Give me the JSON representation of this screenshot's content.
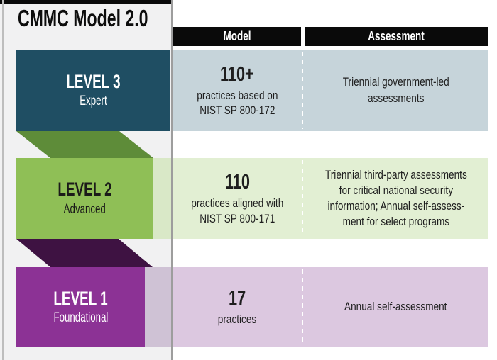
{
  "title": "CMMC Model 2.0",
  "table": {
    "model_header": "Model",
    "assessment_header": "Assessment"
  },
  "levels": [
    {
      "name": "LEVEL 3",
      "tier": "Expert",
      "model_value": "110+",
      "model_desc": "practices based on\nNIST SP 800-172",
      "assessment": "Triennial government-led\nassessments"
    },
    {
      "name": "LEVEL 2",
      "tier": "Advanced",
      "model_value": "110",
      "model_desc": "practices aligned with\nNIST SP 800-171",
      "assessment": "Triennial third-party assessments\nfor critical national security\ninformation; Annual self-assess-\nment for select programs"
    },
    {
      "name": "LEVEL 1",
      "tier": "Foundational",
      "model_value": "17",
      "model_desc": "practices",
      "assessment": "Annual self-assessment"
    }
  ],
  "colors": {
    "level3_block": "#1f4e63",
    "level2_block": "#8fbf56",
    "level1_block": "#8c3295",
    "ribbon_fold_green": "#5e8c39",
    "ribbon_fold_purple": "#3e1242",
    "row1_band": "#c6d4da",
    "row2_band": "#e2efd3",
    "row3_band": "#dcc8e0",
    "header_bar": "#0a0a0a",
    "left_panel_bg": "#f1f1f2"
  }
}
